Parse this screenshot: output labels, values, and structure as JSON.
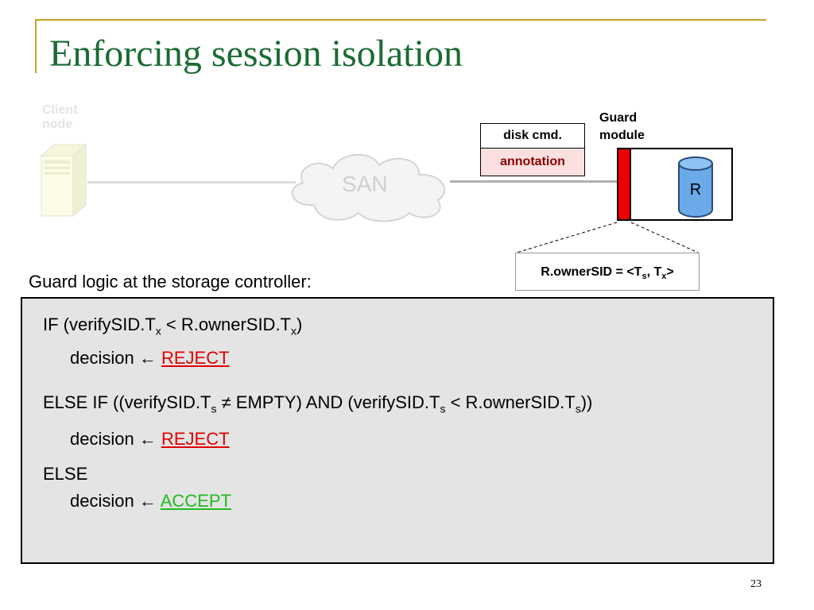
{
  "slide": {
    "title": "Enforcing session isolation",
    "page_number": "23"
  },
  "diagram": {
    "client_label_line1": "Client",
    "client_label_line2": "node",
    "san_label": "SAN",
    "message": {
      "command_label": "disk cmd.",
      "annotation_label": "annotation"
    },
    "guard_label_line1": "Guard",
    "guard_label_line2": "module",
    "resource_label": "R",
    "owner_sid": {
      "prefix": "R.ownerSID = <T",
      "sub1": "s",
      "middle": ", T",
      "sub2": "x",
      "suffix": ">"
    },
    "colors": {
      "guard_bar": "#ee0000",
      "resource": "#6aaae8",
      "annotation_bg": "#fce0e0",
      "title": "#1b6b33"
    }
  },
  "logic": {
    "caption": "Guard logic at the storage controller:",
    "if_line": {
      "a": "IF (verifySID.T",
      "sub_a": "x",
      "b": " < R.ownerSID.T",
      "sub_b": "x",
      "c": ")"
    },
    "decision_prefix": "decision ",
    "arrow": "← ",
    "reject_1": "REJECT",
    "elseif_line": {
      "a": "ELSE IF ((verifySID.T",
      "sub_a": "s",
      "b": " ≠ EMPTY) AND (verifySID.T",
      "sub_b": "s",
      "c": " < R.ownerSID.T",
      "sub_c": "s",
      "d": "))"
    },
    "reject_2": "REJECT",
    "else_label": "ELSE",
    "accept": "ACCEPT"
  }
}
